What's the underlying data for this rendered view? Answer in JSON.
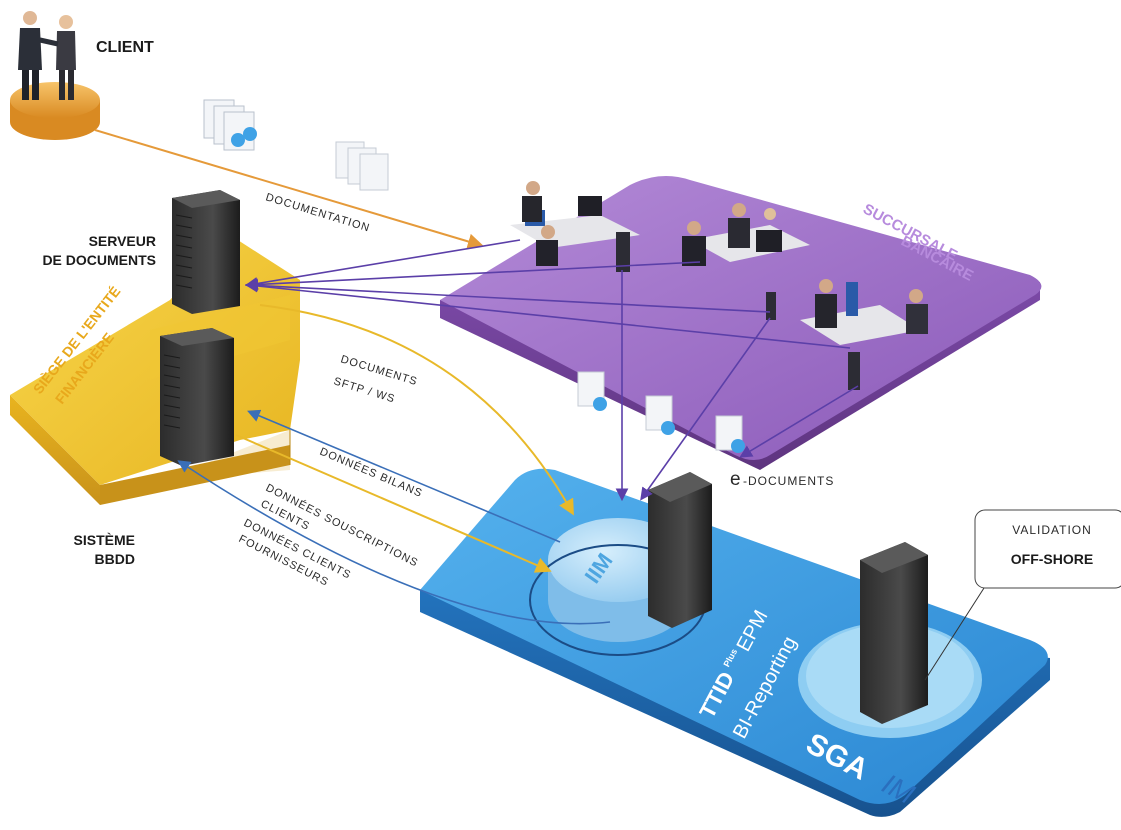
{
  "labels": {
    "client": "CLIENT",
    "serveur_line1": "SERVEUR",
    "serveur_line2": "DE DOCUMENTS",
    "systeme_line1": "SISTÈME",
    "systeme_line2": "BBDD",
    "documentation": "DOCUMENTATION",
    "documents": "DOCUMENTS",
    "sftp_ws": "SFTP / WS",
    "donnees_bilans": "DONNÉES BILANS",
    "donnees_souscriptions": "DONNÉES SOUSCRIPTIONS",
    "clients": "CLIENTS",
    "donnees_clients": "DONNÉES CLIENTS",
    "fournisseurs": "FOURNISSEURS",
    "e_prefix": "e",
    "e_documents": "-DOCUMENTS",
    "validation": "VALIDATION",
    "off_shore": "OFF-SHORE"
  },
  "platforms": {
    "yellow_line1": "SIÈGE DE L'ENTITÉ",
    "yellow_line2": "FINANCIÈRE",
    "purple_line1": "SUCCURSALE",
    "purple_line2": "BANCAIRE",
    "iim": "IIM",
    "product_main": "TTID",
    "product_sub": "Plus",
    "product_epm": "EPM",
    "bi_reporting": "BI-Reporting",
    "sga": "SGA",
    "sga_im": "IM"
  },
  "colors": {
    "orange": "#e8a23a",
    "yellow": "#f2c230",
    "purple": "#9b6fc2",
    "blue": "#2f8fd8",
    "arrow_purple": "#5b3fa8",
    "arrow_blue": "#3a6fb8",
    "arrow_yellow": "#e8b92a",
    "arrow_orange": "#e59a3a"
  }
}
